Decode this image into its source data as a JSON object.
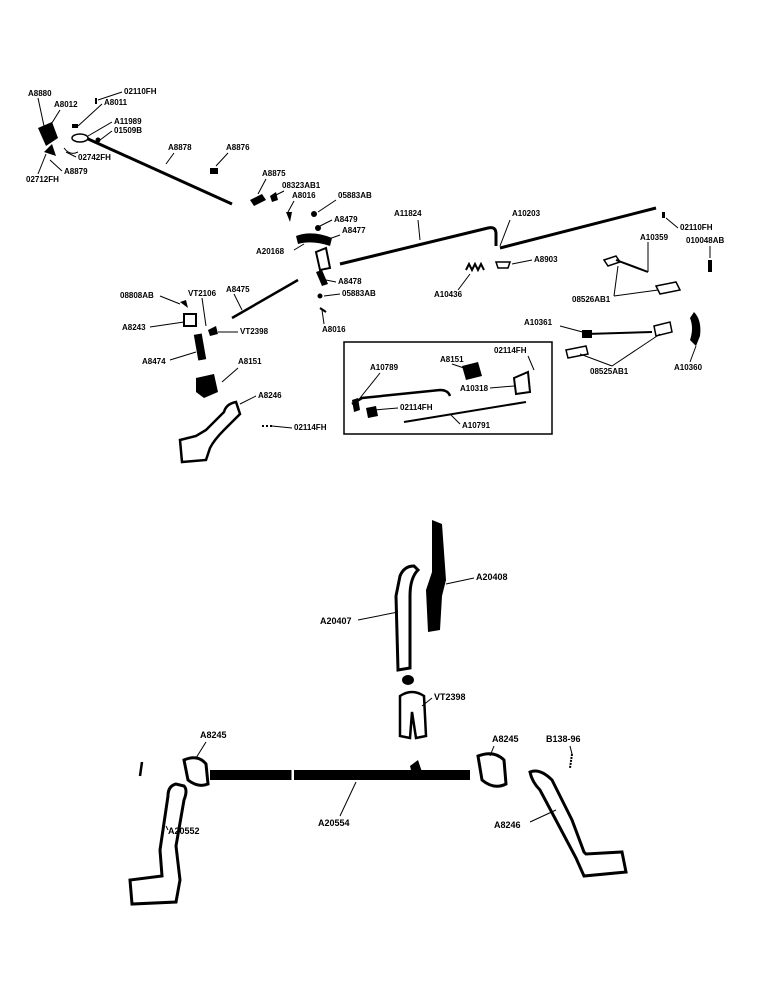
{
  "top": {
    "a8880": "A8880",
    "a8012": "A8012",
    "p02110fh_a": "02110FH",
    "a8011": "A8011",
    "a11989": "A11989",
    "p01509b": "01509B",
    "p02742fh": "02742FH",
    "p02712fh": "02712FH",
    "a8879": "A8879",
    "a8878": "A8878",
    "a8876": "A8876",
    "a8875": "A8875",
    "p08323ab1": "08323AB1",
    "a8016_a": "A8016",
    "p05883ab_a": "05883AB",
    "a8479": "A8479",
    "a8477": "A8477",
    "a20168": "A20168",
    "a8478": "A8478",
    "p05883ab_b": "05883AB",
    "a8016_b": "A8016",
    "a11824": "A11824",
    "a10203": "A10203",
    "p02110fh_b": "02110FH",
    "a10359": "A10359",
    "p010048ab": "010048AB",
    "a8903": "A8903",
    "a10436": "A10436",
    "p08526ab1": "08526AB1",
    "p08808ab": "08808AB",
    "vt2106": "VT2106",
    "a8475": "A8475",
    "a8243": "A8243",
    "vt2398_a": "VT2398",
    "a8474": "A8474",
    "a8151_a": "A8151",
    "a8246_a": "A8246",
    "p02114fh_a": "02114FH",
    "a10361": "A10361",
    "p08525ab1": "08525AB1",
    "a10360": "A10360",
    "inset": {
      "a10789": "A10789",
      "a8151_b": "A8151",
      "p02114fh_b": "02114FH",
      "a10318": "A10318",
      "p02114fh_c": "02114FH",
      "a10791": "A10791"
    }
  },
  "bottom": {
    "a20408": "A20408",
    "a20407": "A20407",
    "vt2398_b": "VT2398",
    "a8245_a": "A8245",
    "a8245_b": "A8245",
    "b138_96": "B138-96",
    "a20552": "A20552",
    "a20554": "A20554",
    "a8246_b": "A8246"
  }
}
